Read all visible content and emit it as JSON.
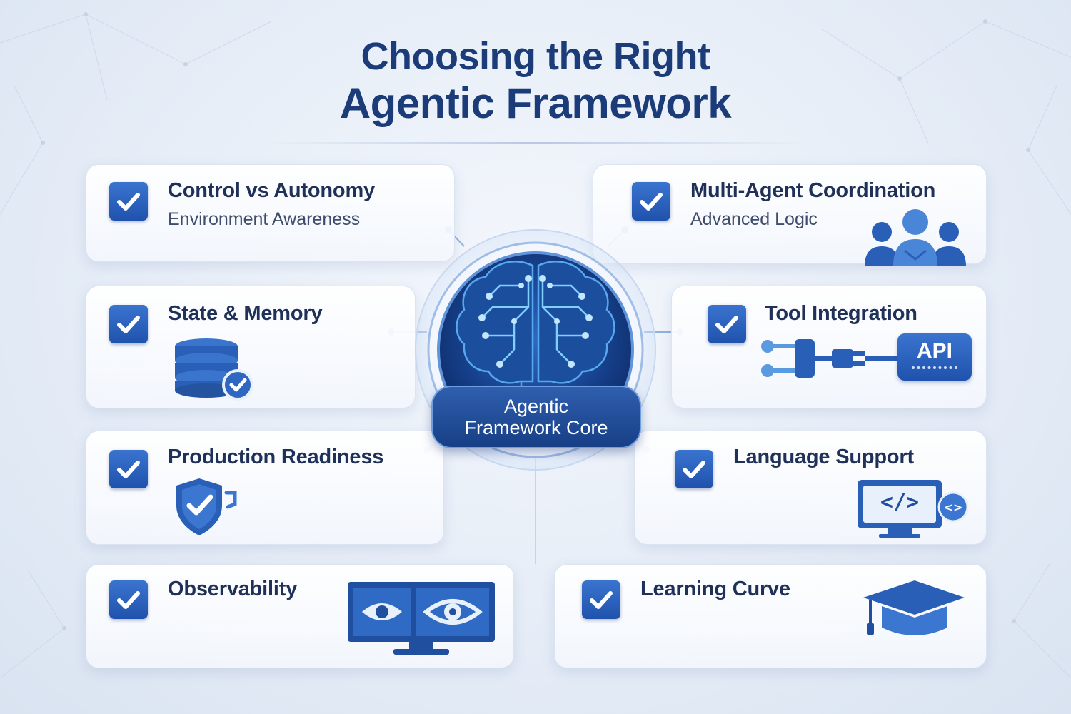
{
  "title": {
    "line1": "Choosing the Right",
    "line2": "Agentic Framework"
  },
  "core": {
    "line1": "Agentic",
    "line2": "Framework Core",
    "icon": "brain-circuit-icon"
  },
  "left_cards": [
    {
      "title": "Control vs Autonomy",
      "subtitle": "Environment Awareness",
      "icon": "none"
    },
    {
      "title": "State & Memory",
      "icon": "database-check-icon"
    },
    {
      "title": "Production Readiness",
      "icon": "shield-check-icon"
    },
    {
      "title": "Observability",
      "icon": "monitor-eye-icon"
    }
  ],
  "right_cards": [
    {
      "title": "Multi-Agent Coordination",
      "subtitle": "Advanced Logic",
      "icon": "team-icon"
    },
    {
      "title": "Tool Integration",
      "icon": "plug-api-icon",
      "icon_text": "API"
    },
    {
      "title": "Language Support",
      "icon": "code-monitor-icon",
      "icon_text": "</>"
    },
    {
      "title": "Learning Curve",
      "icon": "graduation-cap-icon"
    }
  ],
  "colors": {
    "primary": "#1b3c78",
    "accent": "#2a62c0",
    "check_box": "#2556b5",
    "background": "#e6edf7"
  }
}
